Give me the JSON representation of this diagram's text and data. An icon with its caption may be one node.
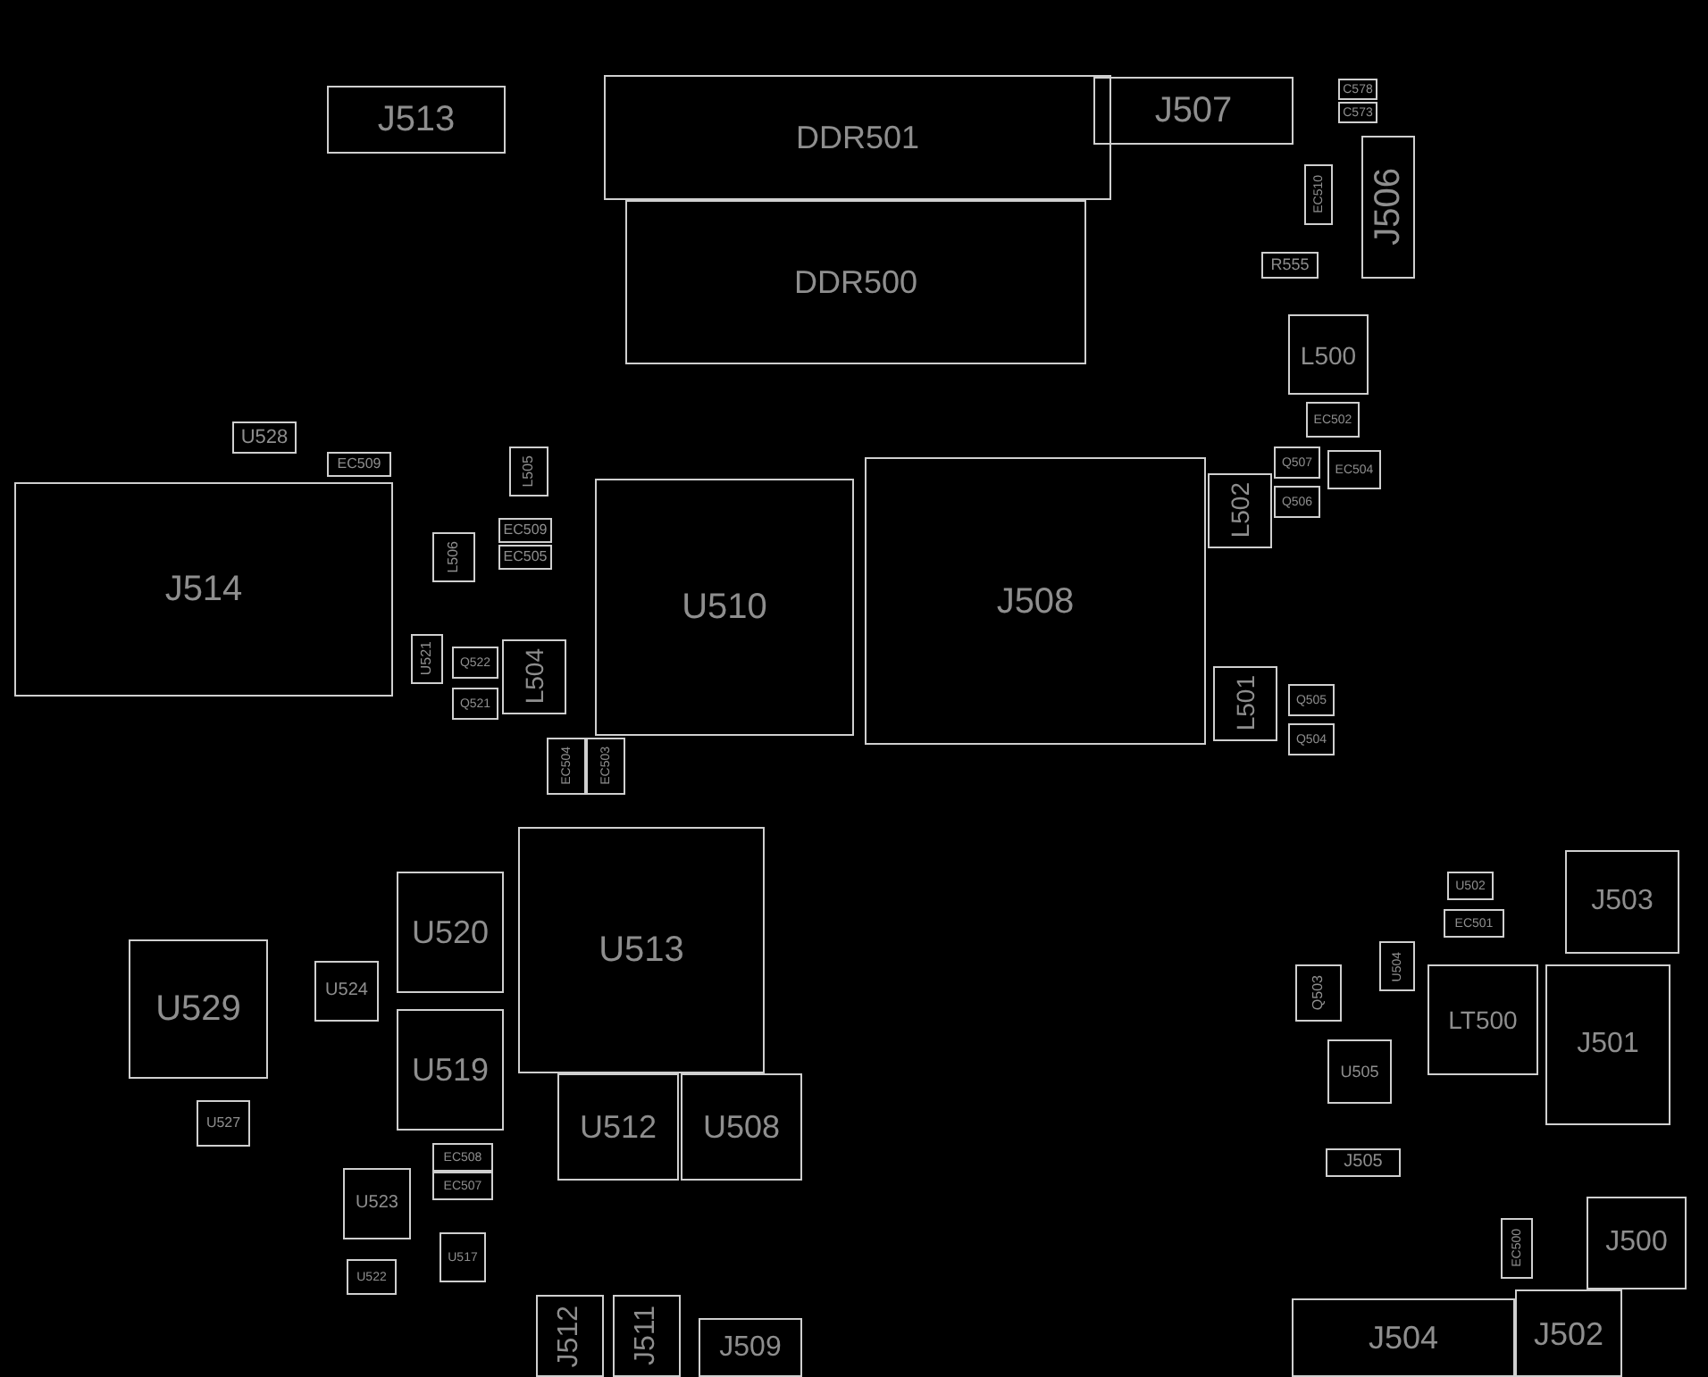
{
  "diagram": {
    "nodes": [
      {
        "text": [
          "J513"
        ]
      },
      {
        "text": [
          "DDR501"
        ]
      },
      {
        "text": [
          "J507"
        ]
      },
      {
        "text": [
          "C578"
        ]
      },
      {
        "text": [
          "C573"
        ]
      },
      {
        "text": [
          "EC510"
        ]
      },
      {
        "text": [
          "J506"
        ]
      },
      {
        "text": [
          "DDR500"
        ]
      },
      {
        "text": [
          "R555"
        ]
      },
      {
        "text": [
          "L500"
        ]
      },
      {
        "text": [
          "EC502"
        ]
      },
      {
        "text": [
          "U528"
        ]
      },
      {
        "text": [
          "EC509"
        ]
      },
      {
        "text": [
          "L505"
        ]
      },
      {
        "text": [
          "Q507"
        ]
      },
      {
        "text": [
          "EC504"
        ]
      },
      {
        "text": [
          "J508"
        ]
      },
      {
        "text": [
          "U510"
        ]
      },
      {
        "text": [
          "L502"
        ]
      },
      {
        "text": [
          "Q506"
        ]
      },
      {
        "text": [
          "J514"
        ]
      },
      {
        "text": [
          "EC509"
        ]
      },
      {
        "text": [
          "L506"
        ]
      },
      {
        "text": [
          "EC505"
        ]
      },
      {
        "text": [
          "U521"
        ]
      },
      {
        "text": [
          "Q522"
        ]
      },
      {
        "text": [
          "L504"
        ]
      },
      {
        "text": [
          "L501"
        ]
      },
      {
        "text": [
          "Q505"
        ]
      },
      {
        "text": [
          "Q521"
        ]
      },
      {
        "text": [
          "Q504"
        ]
      },
      {
        "text": [
          "EC504"
        ]
      },
      {
        "text": [
          "EC503"
        ]
      },
      {
        "text": [
          "U513"
        ]
      },
      {
        "text": [
          "J503"
        ]
      },
      {
        "text": [
          "U502"
        ]
      },
      {
        "text": [
          "U520"
        ]
      },
      {
        "text": [
          "EC501"
        ]
      },
      {
        "text": [
          "U529"
        ]
      },
      {
        "text": [
          "U504"
        ]
      },
      {
        "text": [
          "U524"
        ]
      },
      {
        "text": [
          "Q503"
        ]
      },
      {
        "text": [
          "LT500"
        ]
      },
      {
        "text": [
          "J501"
        ]
      },
      {
        "text": [
          "U519"
        ]
      },
      {
        "text": [
          "U505"
        ]
      },
      {
        "text": [
          "U512"
        ]
      },
      {
        "text": [
          "U508"
        ]
      },
      {
        "text": [
          "U527"
        ]
      },
      {
        "text": [
          "EC508"
        ]
      },
      {
        "text": [
          "J505"
        ]
      },
      {
        "text": [
          "EC507"
        ]
      },
      {
        "text": [
          "U523"
        ]
      },
      {
        "text": [
          "J500"
        ]
      },
      {
        "text": [
          "EC500"
        ]
      },
      {
        "text": [
          "U517"
        ]
      },
      {
        "text": [
          "U522"
        ]
      },
      {
        "text": [
          "J502"
        ]
      },
      {
        "text": [
          "J512"
        ]
      },
      {
        "text": [
          "J511"
        ]
      },
      {
        "text": [
          "J504"
        ]
      },
      {
        "text": [
          "J509"
        ]
      }
    ]
  }
}
